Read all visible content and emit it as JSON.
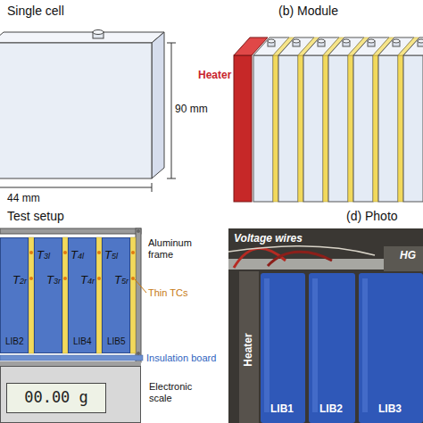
{
  "diagram": {
    "nodes": [
      {
        "text": [
          "T2r",
          "LIB2"
        ]
      },
      {
        "text": [
          "T3l",
          "T3r"
        ]
      },
      {
        "text": [
          "T4l",
          "T4r",
          "LIB4"
        ]
      },
      {
        "text": [
          "T5l",
          "T5r",
          "LIB5"
        ]
      },
      {
        "text": [
          "Electronic scale"
        ]
      },
      {
        "text": [
          "00.00 g"
        ],
        "in": 4
      }
    ],
    "labels": [
      "Single cell",
      "90 mm",
      "44 mm",
      "(b) Module",
      "Heater",
      "Test setup",
      "Aluminum frame",
      "Thin TCs",
      "Insulation board",
      "(d) Photo",
      "Voltage wires",
      "HG",
      "Heater",
      "LIB1",
      "LIB2",
      "LIB3"
    ]
  }
}
